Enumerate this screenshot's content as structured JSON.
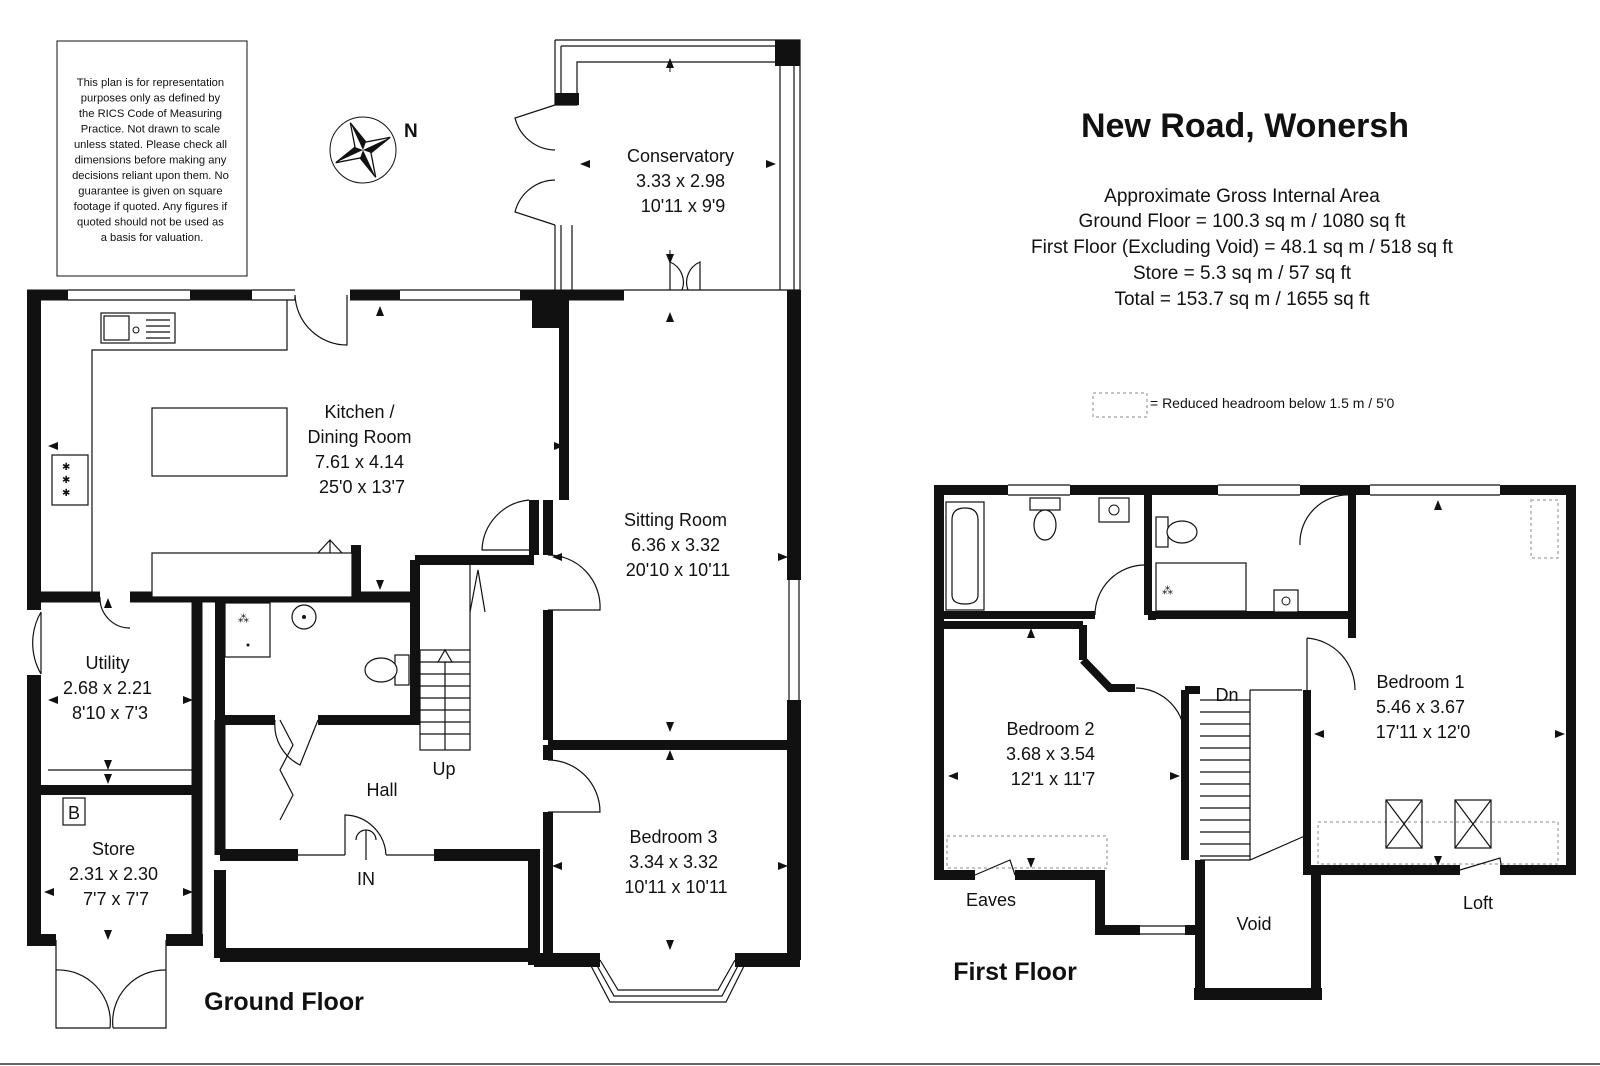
{
  "title": "New Road, Wonersh",
  "areas": {
    "heading": "Approximate Gross Internal Area",
    "ground": "Ground Floor = 100.3 sq m / 1080 sq ft",
    "first": "First Floor (Excluding Void) = 48.1 sq m / 518 sq ft",
    "store": "Store = 5.3 sq m / 57 sq ft",
    "total": "Total = 153.7 sq m / 1655 sq ft"
  },
  "legend": {
    "reduced_headroom": "=  Reduced headroom below 1.5 m / 5'0"
  },
  "disclaimer": [
    "This plan is for representation",
    "purposes only as defined by",
    "the RICS Code of Measuring",
    "Practice. Not drawn to scale",
    "unless stated. Please check all",
    "dimensions before making any",
    "decisions reliant upon them. No",
    "guarantee is given on square",
    "footage if quoted. Any figures if",
    "quoted should not be used as",
    "a basis for valuation."
  ],
  "compass": {
    "label": "N"
  },
  "floors": {
    "ground": "Ground Floor",
    "first": "First Floor"
  },
  "rooms": {
    "conservatory": [
      "Conservatory",
      "3.33 x 2.98",
      "10'11 x 9'9"
    ],
    "kitchen": [
      "Kitchen /",
      "Dining Room",
      "7.61 x 4.14",
      "25'0 x 13'7"
    ],
    "sitting": [
      "Sitting Room",
      "6.36 x 3.32",
      "20'10 x 10'11"
    ],
    "utility": [
      "Utility",
      "2.68 x 2.21",
      "8'10 x 7'3"
    ],
    "hall": [
      "Hall"
    ],
    "bedroom3": [
      "Bedroom 3",
      "3.34 x 3.32",
      "10'11 x 10'11"
    ],
    "store": [
      "Store",
      "2.31 x 2.30",
      "7'7 x 7'7"
    ],
    "bedroom1": [
      "Bedroom 1",
      "5.46 x 3.67",
      "17'11 x 12'0"
    ],
    "bedroom2": [
      "Bedroom 2",
      "3.68 x 3.54",
      "12'1 x 11'7"
    ]
  },
  "labels": {
    "up": "Up",
    "in": "IN",
    "boiler": "B",
    "dn": "Dn",
    "void": "Void",
    "eaves": "Eaves",
    "loft": "Loft"
  }
}
